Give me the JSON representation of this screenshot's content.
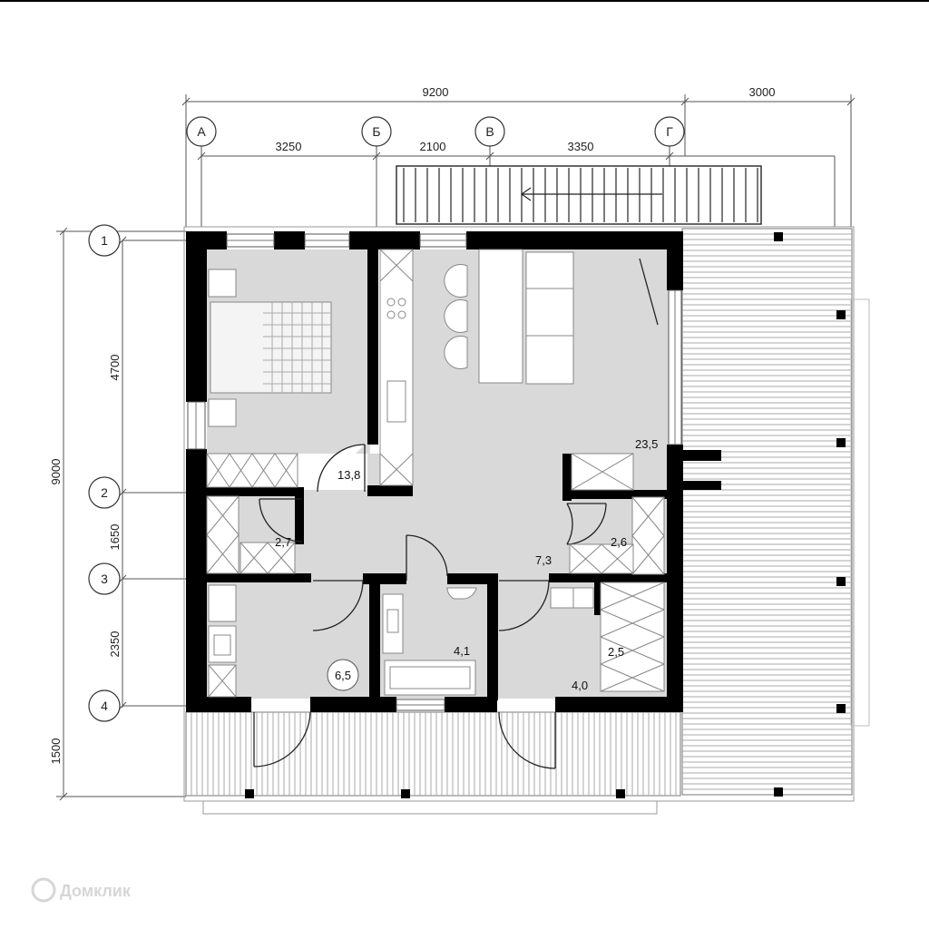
{
  "dimensions": {
    "top_overall": "9200",
    "top_terrace": "3000",
    "top_ab": "3250",
    "top_bv": "2100",
    "top_vg": "3350",
    "left_overall": "9000",
    "left_12": "4700",
    "left_23": "1650",
    "left_34": "2350",
    "left_porch": "1500"
  },
  "axes": {
    "columns": [
      "А",
      "Б",
      "В",
      "Г"
    ],
    "rows": [
      "1",
      "2",
      "3",
      "4"
    ]
  },
  "areas": {
    "living_kitchen": "23,5",
    "bedroom": "13,8",
    "wardrobe_left": "2,7",
    "hall": "7,3",
    "wardrobe_right": "2,6",
    "bathroom": "4,1",
    "laundry": "6,5",
    "storage": "2,5",
    "entry": "4,0"
  },
  "watermark": "Домклик",
  "colors": {
    "wall": "#000000",
    "floor": "#d9d9d9",
    "line": "#333333"
  }
}
